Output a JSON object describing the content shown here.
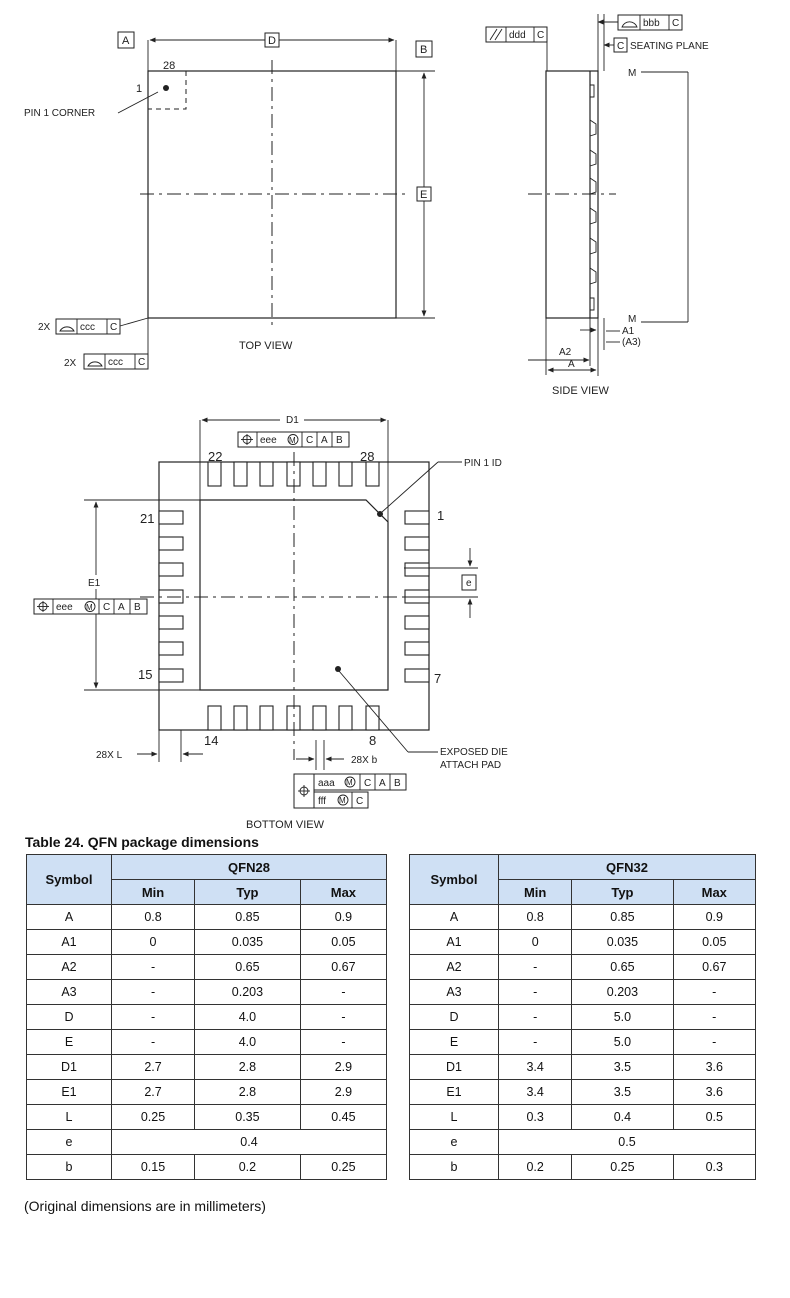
{
  "drawing": {
    "top_view": {
      "label": "TOP VIEW",
      "datum_a": "A",
      "datum_b": "B",
      "dim_d": "D",
      "dim_e": "E",
      "pin_28": "28",
      "pin_1": "1",
      "pin1_corner": "PIN 1 CORNER",
      "ccc_prefix_1": "2X",
      "ccc_prefix_2": "2X",
      "ccc_label": "ccc",
      "ccc_datum": "C"
    },
    "side_view": {
      "label": "SIDE VIEW",
      "ddd_label": "ddd",
      "ddd_datum": "C",
      "bbb_label": "bbb",
      "bbb_datum": "C",
      "seating_datum": "C",
      "seating_plane": "SEATING PLANE",
      "m_top": "M",
      "m_bottom": "M",
      "a1": "A1",
      "a3": "(A3)",
      "a2": "A2",
      "a": "A"
    },
    "bottom_view": {
      "label": "BOTTOM VIEW",
      "d1": "D1",
      "e1": "E1",
      "eee": "eee",
      "mmc": "M",
      "datum_c": "C",
      "datum_a": "A",
      "datum_b": "B",
      "pin1_id": "PIN 1 ID",
      "pin_22": "22",
      "pin_28": "28",
      "pin_21": "21",
      "pin_1": "1",
      "pin_15": "15",
      "pin_7": "7",
      "pin_14": "14",
      "pin_8": "8",
      "dim_e": "e",
      "dim_l": "28X  L",
      "dim_b": "28X  b",
      "aaa": "aaa",
      "fff": "fff",
      "exposed_pad_1": "EXPOSED DIE",
      "exposed_pad_2": "ATTACH PAD"
    }
  },
  "table": {
    "title": "Table 24. QFN package dimensions",
    "note": "(Original dimensions are in millimeters)",
    "symbol_header": "Symbol",
    "sub_headers": [
      "Min",
      "Typ",
      "Max"
    ],
    "qfn28": {
      "package": "QFN28",
      "rows": [
        {
          "symbol": "A",
          "min": "0.8",
          "typ": "0.85",
          "max": "0.9"
        },
        {
          "symbol": "A1",
          "min": "0",
          "typ": "0.035",
          "max": "0.05"
        },
        {
          "symbol": "A2",
          "min": "-",
          "typ": "0.65",
          "max": "0.67"
        },
        {
          "symbol": "A3",
          "min": "-",
          "typ": "0.203",
          "max": "-"
        },
        {
          "symbol": "D",
          "min": "-",
          "typ": "4.0",
          "max": "-"
        },
        {
          "symbol": "E",
          "min": "-",
          "typ": "4.0",
          "max": "-"
        },
        {
          "symbol": "D1",
          "min": "2.7",
          "typ": "2.8",
          "max": "2.9"
        },
        {
          "symbol": "E1",
          "min": "2.7",
          "typ": "2.8",
          "max": "2.9"
        },
        {
          "symbol": "L",
          "min": "0.25",
          "typ": "0.35",
          "max": "0.45"
        },
        {
          "symbol": "e",
          "value": "0.4"
        },
        {
          "symbol": "b",
          "min": "0.15",
          "typ": "0.2",
          "max": "0.25"
        }
      ]
    },
    "qfn32": {
      "package": "QFN32",
      "rows": [
        {
          "symbol": "A",
          "min": "0.8",
          "typ": "0.85",
          "max": "0.9"
        },
        {
          "symbol": "A1",
          "min": "0",
          "typ": "0.035",
          "max": "0.05"
        },
        {
          "symbol": "A2",
          "min": "-",
          "typ": "0.65",
          "max": "0.67"
        },
        {
          "symbol": "A3",
          "min": "-",
          "typ": "0.203",
          "max": "-"
        },
        {
          "symbol": "D",
          "min": "-",
          "typ": "5.0",
          "max": "-"
        },
        {
          "symbol": "E",
          "min": "-",
          "typ": "5.0",
          "max": "-"
        },
        {
          "symbol": "D1",
          "min": "3.4",
          "typ": "3.5",
          "max": "3.6"
        },
        {
          "symbol": "E1",
          "min": "3.4",
          "typ": "3.5",
          "max": "3.6"
        },
        {
          "symbol": "L",
          "min": "0.3",
          "typ": "0.4",
          "max": "0.5"
        },
        {
          "symbol": "e",
          "value": "0.5"
        },
        {
          "symbol": "b",
          "min": "0.2",
          "typ": "0.25",
          "max": "0.3"
        }
      ]
    }
  }
}
